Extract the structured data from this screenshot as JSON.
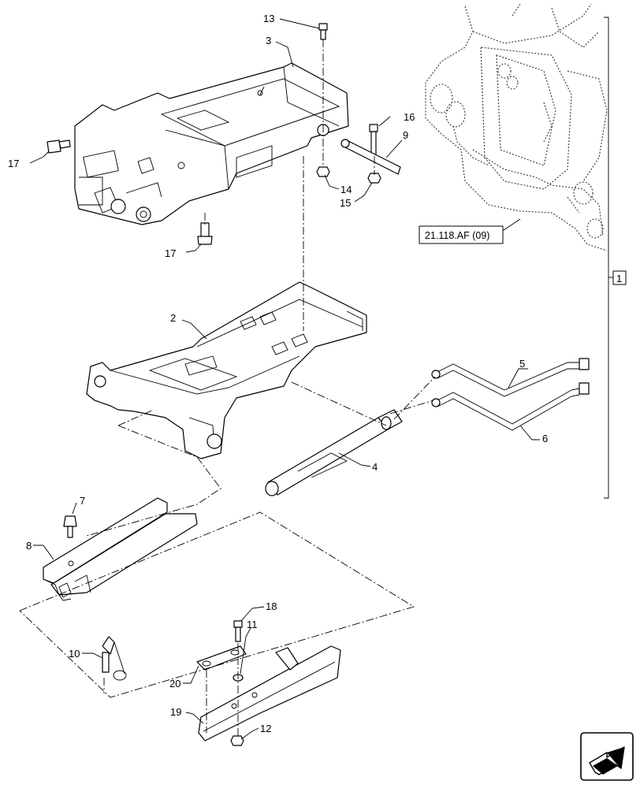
{
  "callouts": {
    "c13": "13",
    "c3": "3",
    "c16": "16",
    "c9": "9",
    "c17a": "17",
    "c14": "14",
    "c15": "15",
    "c17b": "17",
    "c2": "2",
    "c5": "5",
    "c6": "6",
    "c4": "4",
    "c7": "7",
    "c8": "8",
    "c18": "18",
    "c11": "11",
    "c10": "10",
    "c20": "20",
    "c19": "19",
    "c12": "12",
    "c1": "1"
  },
  "reference_link": "21.118.AF (09)",
  "nav_icon": "next-page-arrow-icon"
}
